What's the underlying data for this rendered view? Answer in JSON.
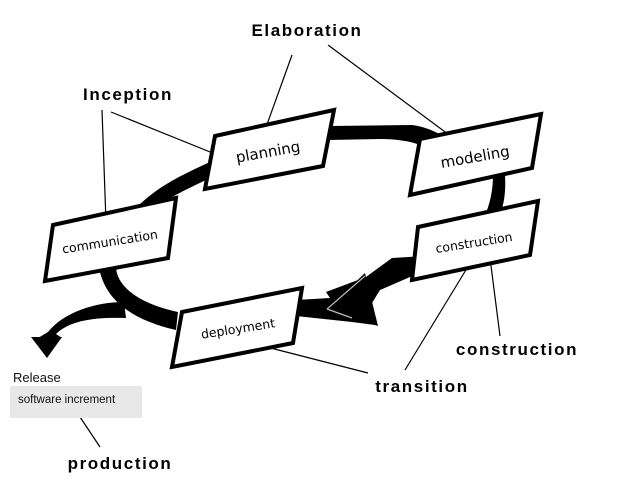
{
  "diagram": {
    "type": "software process cycle",
    "phases": {
      "elaboration": "Elaboration",
      "inception": "Inception",
      "construction": "construction",
      "transition": "transition",
      "production": "production"
    },
    "activities": {
      "communication": "communication",
      "planning": "planning",
      "modeling": "modeling",
      "construction": "construction",
      "deployment": "deployment"
    },
    "release": {
      "label": "Release",
      "item": "software increment"
    },
    "colors": {
      "arrow": "#000000",
      "box_fill": "#ffffff",
      "box_stroke": "#000000",
      "increment_bg": "#e8e8e8"
    }
  }
}
